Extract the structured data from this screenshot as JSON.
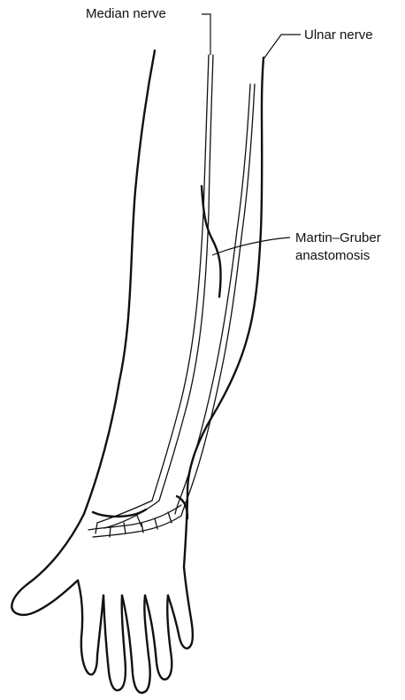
{
  "labels": {
    "median": "Median nerve",
    "ulnar": "Ulnar nerve",
    "anastomosis_line1": "Martin–Gruber",
    "anastomosis_line2": "anastomosis"
  },
  "colors": {
    "ink": "#111111",
    "background": "#ffffff"
  }
}
